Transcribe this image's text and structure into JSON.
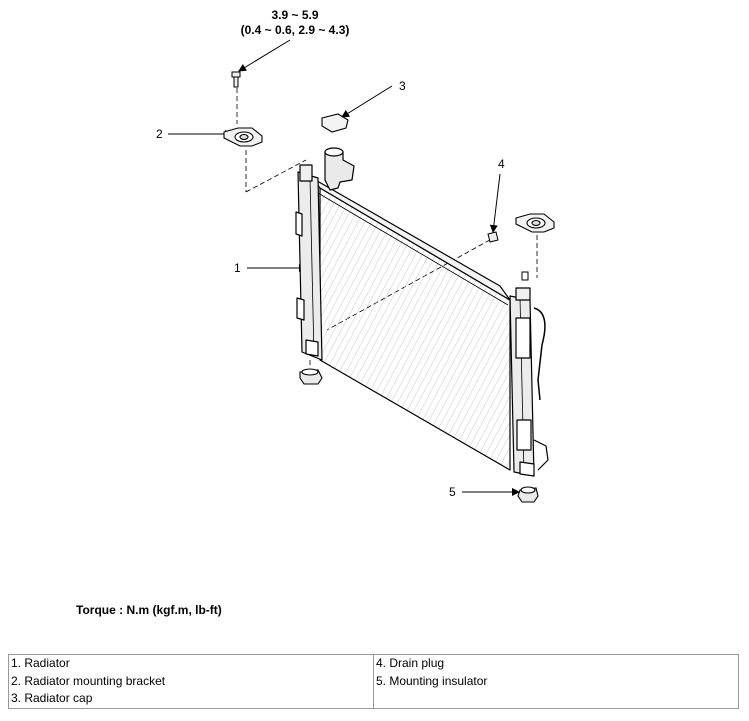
{
  "torque_spec": {
    "line1": "3.9 ~ 5.9",
    "line2": "(0.4 ~ 0.6, 2.9 ~ 4.3)"
  },
  "callouts": [
    "1",
    "2",
    "3",
    "4",
    "5"
  ],
  "torque_note": "Torque : N.m (kgf.m, lb-ft)",
  "legend": {
    "left": [
      "1. Radiator",
      "2. Radiator mounting bracket",
      "3. Radiator cap"
    ],
    "right": [
      "4. Drain plug",
      "5. Mounting insulator"
    ]
  }
}
